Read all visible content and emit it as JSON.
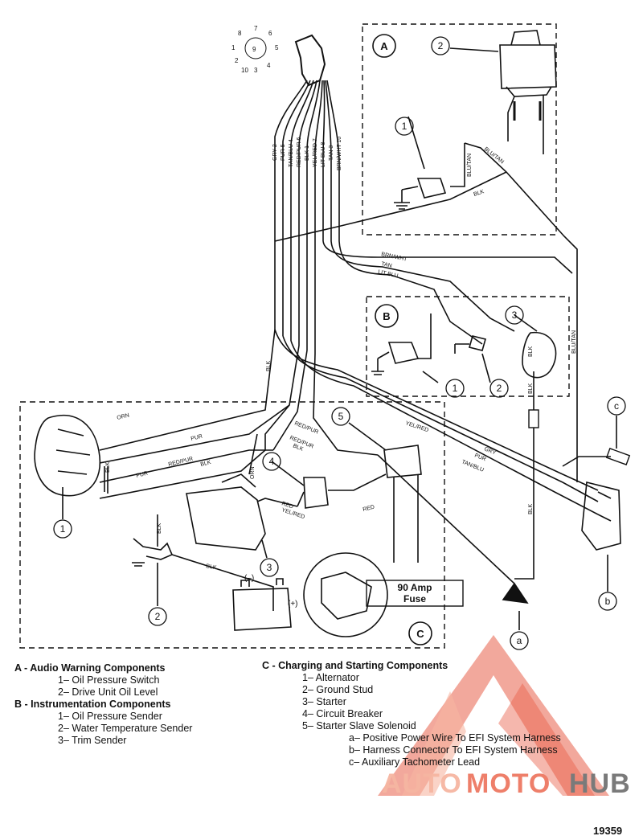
{
  "sections": {
    "a": {
      "label": "A",
      "title": "A - Audio Warning Components",
      "items": [
        "1– Oil Pressure Switch",
        "2– Drive Unit Oil Level"
      ]
    },
    "b": {
      "label": "B",
      "title": "B - Instrumentation Components",
      "items": [
        "1– Oil Pressure Sender",
        "2– Water Temperature Sender",
        "3– Trim Sender"
      ]
    },
    "c": {
      "label": "C",
      "title": "C - Charging and Starting Components",
      "items": [
        "1– Alternator",
        "2– Ground Stud",
        "3– Starter",
        "4– Circuit Breaker",
        "5– Starter Slave Solenoid"
      ]
    }
  },
  "lettered": [
    {
      "letter": "a",
      "text": "– Positive Power Wire To EFI System Harness"
    },
    {
      "letter": "b",
      "text": "– Harness Connector To EFI System Harness"
    },
    {
      "letter": "c",
      "text": "– Auxiliary Tachometer Lead"
    }
  ],
  "figure_id": "19359",
  "fuse_label_1": "90 Amp",
  "fuse_label_2": "Fuse",
  "connector_pins": [
    "8",
    "7",
    "6",
    "1",
    "5",
    "2",
    "10",
    "3",
    "4",
    "9"
  ],
  "harness_wires": [
    "GRY 2",
    "PUR 5",
    "TAN/BLU 4",
    "RED/PUR 6",
    "BLK 1",
    "YEL/RED 7",
    "LIT BLU 8",
    "TAN 3",
    "BRN/WHT 10"
  ],
  "wire_labels": {
    "blu_tan": "BLU/TAN",
    "blk": "BLK",
    "brn_wht": "BRN/WHT",
    "tan": "TAN",
    "lit_blu": "LIT BLU",
    "orn": "ORN",
    "pur": "PUR",
    "red_pur": "RED/PUR",
    "yel_red": "YEL/RED",
    "red": "RED",
    "gry": "GRY",
    "tan_blu": "TAN/BLU",
    "neg": "(–)",
    "pos": "(+)"
  },
  "callout_numbers": {
    "one": "1",
    "two": "2",
    "three": "3",
    "four": "4",
    "five": "5"
  },
  "callout_letters": {
    "a": "a",
    "b": "b",
    "c": "c"
  },
  "watermark": {
    "auto": "AUTO",
    "moto": "MOTO",
    "hub": "HUB"
  },
  "colors": {
    "ink": "#111111",
    "wm_red": "#e8604a",
    "wm_light": "#f6b6a2",
    "wm_gray": "#7a7a7a"
  }
}
